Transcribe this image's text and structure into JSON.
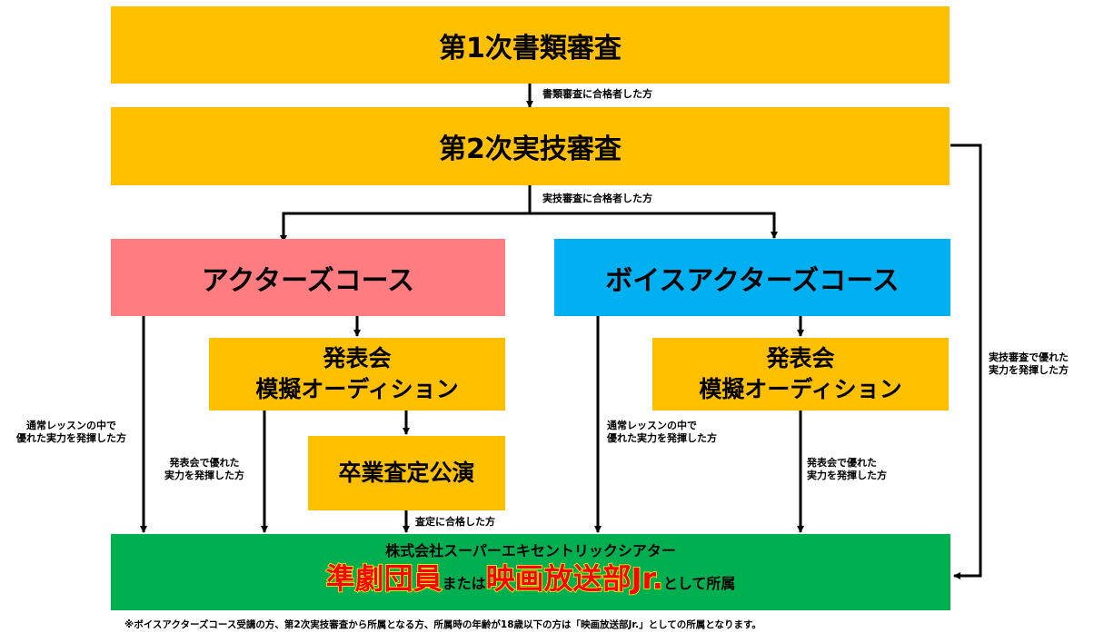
{
  "colors": {
    "yellow": "#FFC000",
    "pink": "#FF7C80",
    "blue": "#00B0F0",
    "green": "#00B050",
    "red": "#FF0000",
    "yellow_text": "#FFFF00"
  },
  "steps": {
    "first": "第1次書類審査",
    "second": "第2次実技審査"
  },
  "courses": {
    "actor": "アクターズコース",
    "voice": "ボイスアクターズコース"
  },
  "recital": {
    "line1": "発表会",
    "line2": "模擬オーディション"
  },
  "graduation": "卒業査定公演",
  "labels": {
    "pass_document": "書類審査に合格者した方",
    "pass_practical": "実技審査に合格者した方",
    "practical_excellent_1": "実技審査で優れた",
    "practical_excellent_2": "実力を発揮した方",
    "lesson_excellent_1": "通常レッスンの中で",
    "lesson_excellent_2": "優れた実力を発揮した方",
    "recital_excellent_1": "発表会で優れた",
    "recital_excellent_2": "実力を発揮した方",
    "pass_assessment": "査定に合格した方"
  },
  "result": {
    "company": "株式会社スーパーエキセントリックシアター",
    "member": "準劇団員",
    "or": "または",
    "jr": "映画放送部Jr.",
    "affiliation": "として所属"
  },
  "footnote": "※ボイスアクターズコース受講の方、第2次実技審査から所属となる方、所属時の年齢が18歳以下の方は「映画放送部Jr.」としての所属となります。"
}
